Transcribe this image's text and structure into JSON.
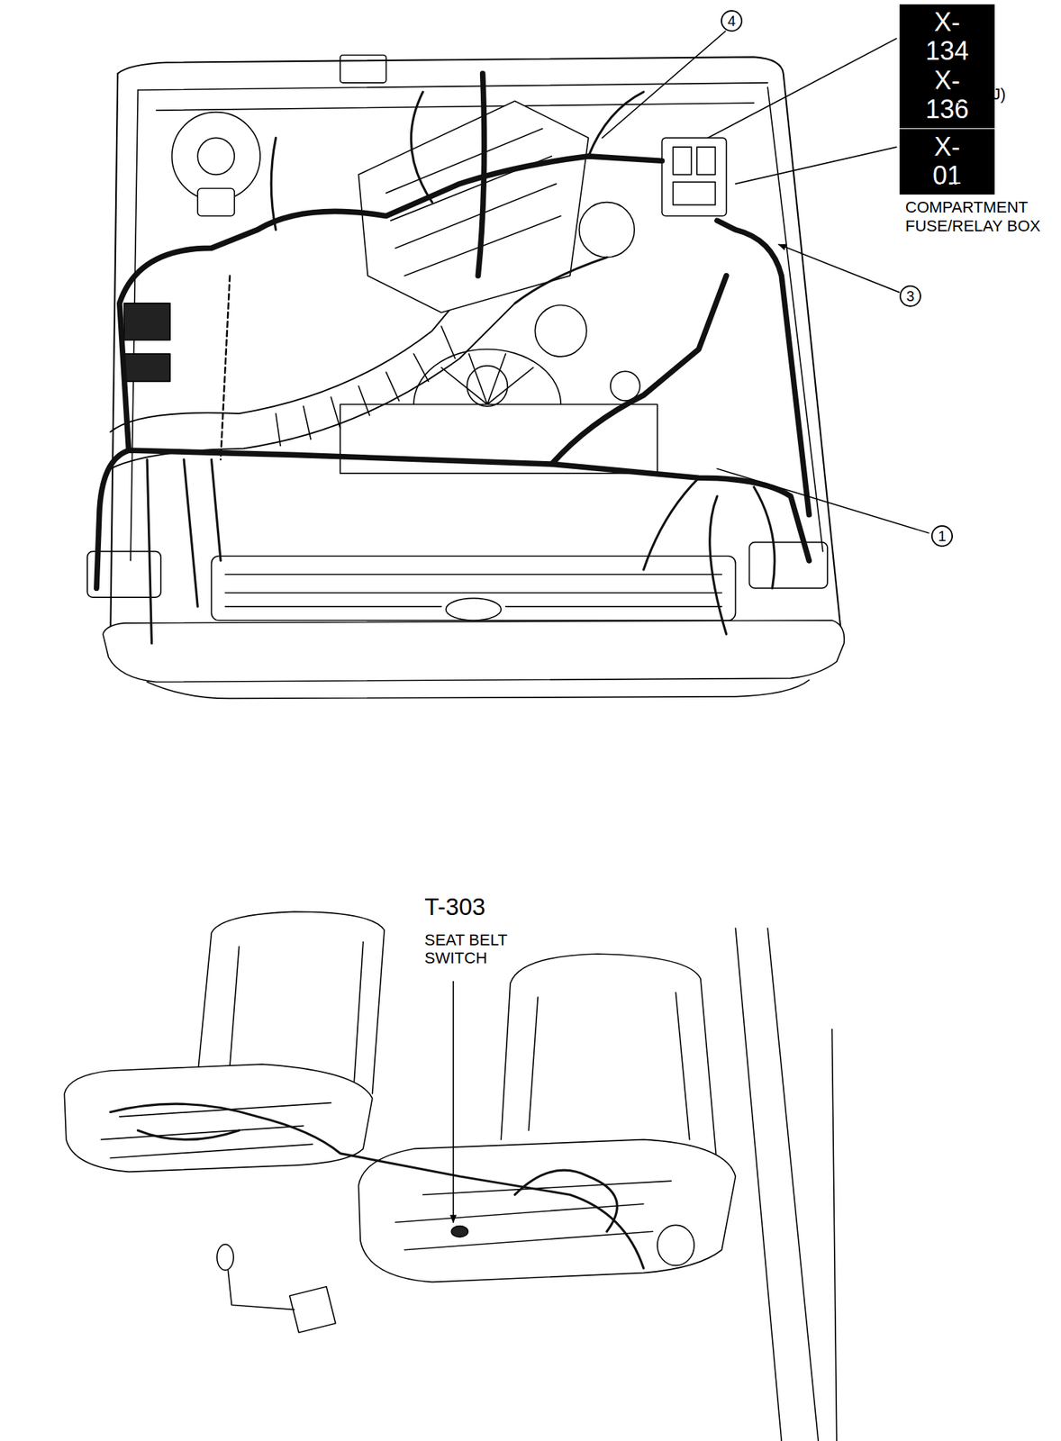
{
  "diagram": {
    "nodes": [
      {
        "text": [
          "X-134 X-136"
        ]
      },
      {
        "text": [
          "4"
        ]
      },
      {
        "text": [
          "X-01"
        ]
      },
      {
        "text": [
          "3"
        ]
      },
      {
        "text": [
          "1"
        ]
      }
    ],
    "labels": [
      "(MA) - (DPHJ)",
      "ENGINE COMPARTMENT FUSE/RELAY BOX",
      "T-303",
      "SEAT BELT SWITCH"
    ]
  }
}
